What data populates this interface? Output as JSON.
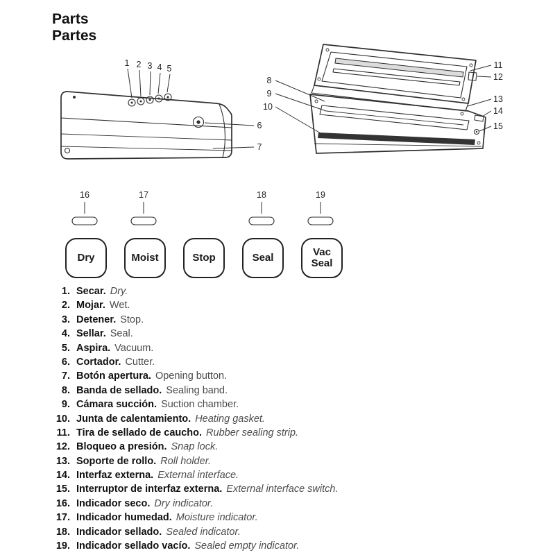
{
  "titles": {
    "en": "Parts",
    "es": "Partes"
  },
  "callouts": {
    "closed": [
      "1",
      "2",
      "3",
      "4",
      "5",
      "6",
      "7"
    ],
    "open": [
      "8",
      "9",
      "10",
      "11",
      "12",
      "13",
      "14",
      "15"
    ],
    "panel": [
      "16",
      "17",
      "18",
      "19"
    ]
  },
  "panel": {
    "buttons": [
      {
        "label": "Dry"
      },
      {
        "label": "Moist"
      },
      {
        "label": "Stop"
      },
      {
        "label": "Seal"
      },
      {
        "label": "Vac Seal"
      }
    ]
  },
  "parts": [
    {
      "num": "1.",
      "es": "Secar.",
      "en": "Dry.",
      "en_italic": true
    },
    {
      "num": "2.",
      "es": "Mojar.",
      "en": "Wet.",
      "en_italic": false
    },
    {
      "num": "3.",
      "es": "Detener.",
      "en": "Stop.",
      "en_italic": false
    },
    {
      "num": "4.",
      "es": "Sellar.",
      "en": "Seal.",
      "en_italic": false
    },
    {
      "num": "5.",
      "es": "Aspira.",
      "en": "Vacuum.",
      "en_italic": false
    },
    {
      "num": "6.",
      "es": "Cortador.",
      "en": "Cutter.",
      "en_italic": false
    },
    {
      "num": "7.",
      "es": "Botón apertura.",
      "en": "Opening button.",
      "en_italic": false
    },
    {
      "num": "8.",
      "es": "Banda de sellado.",
      "en": "Sealing band.",
      "en_italic": false
    },
    {
      "num": "9.",
      "es": "Cámara succión.",
      "en": "Suction chamber.",
      "en_italic": false
    },
    {
      "num": "10.",
      "es": "Junta de calentamiento.",
      "en": "Heating gasket.",
      "en_italic": true
    },
    {
      "num": "11.",
      "es": "Tira de sellado de caucho.",
      "en": "Rubber sealing strip.",
      "en_italic": true
    },
    {
      "num": "12.",
      "es": "Bloqueo a presión.",
      "en": "Snap lock.",
      "en_italic": true
    },
    {
      "num": "13.",
      "es": "Soporte de rollo.",
      "en": "Roll holder.",
      "en_italic": true
    },
    {
      "num": "14.",
      "es": "Interfaz externa.",
      "en": "External interface.",
      "en_italic": true
    },
    {
      "num": "15.",
      "es": "Interruptor de interfaz externa.",
      "en": "External interface switch.",
      "en_italic": true
    },
    {
      "num": "16.",
      "es": "Indicador seco.",
      "en": "Dry indicator.",
      "en_italic": true
    },
    {
      "num": "17.",
      "es": "Indicador humedad.",
      "en": "Moisture indicator.",
      "en_italic": true
    },
    {
      "num": "18.",
      "es": "Indicador sellado.",
      "en": "Sealed indicator.",
      "en_italic": true
    },
    {
      "num": "19.",
      "es": "Indicador sellado vacío.",
      "en": "Sealed empty indicator.",
      "en_italic": true
    }
  ],
  "colors": {
    "ink": "#1f1f1f",
    "muted": "#4b4b4b",
    "strip_fill": "#333333"
  }
}
